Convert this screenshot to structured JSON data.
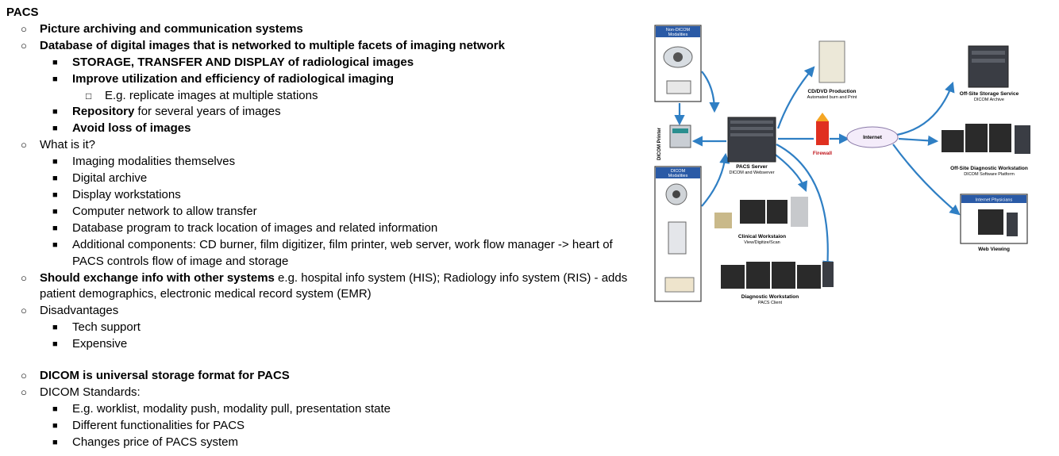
{
  "title": "PACS",
  "items": [
    {
      "level": 1,
      "bullet": "○",
      "parts": [
        {
          "t": "Picture archiving and communication systems",
          "b": true
        }
      ]
    },
    {
      "level": 1,
      "bullet": "○",
      "parts": [
        {
          "t": "Database of digital images that is networked to multiple facets of imaging network",
          "b": true
        }
      ]
    },
    {
      "level": 2,
      "bullet": "■",
      "parts": [
        {
          "t": "STORAGE, TRANSFER AND DISPLAY of radiological images",
          "b": true
        }
      ]
    },
    {
      "level": 2,
      "bullet": "■",
      "parts": [
        {
          "t": "Improve utilization and efficiency of radiological imaging",
          "b": true
        }
      ]
    },
    {
      "level": 3,
      "bullet": "□",
      "parts": [
        {
          "t": "E.g. replicate images at multiple stations",
          "b": false
        }
      ]
    },
    {
      "level": 2,
      "bullet": "■",
      "parts": [
        {
          "t": "Repository",
          "b": true
        },
        {
          "t": " for several years of images",
          "b": false
        }
      ]
    },
    {
      "level": 2,
      "bullet": "■",
      "parts": [
        {
          "t": "Avoid loss of images",
          "b": true
        }
      ]
    },
    {
      "level": 1,
      "bullet": "○",
      "parts": [
        {
          "t": "What is it?",
          "b": false
        }
      ]
    },
    {
      "level": 2,
      "bullet": "■",
      "parts": [
        {
          "t": "Imaging modalities themselves",
          "b": false
        }
      ]
    },
    {
      "level": 2,
      "bullet": "■",
      "parts": [
        {
          "t": "Digital archive",
          "b": false
        }
      ]
    },
    {
      "level": 2,
      "bullet": "■",
      "parts": [
        {
          "t": "Display workstations",
          "b": false
        }
      ]
    },
    {
      "level": 2,
      "bullet": "■",
      "parts": [
        {
          "t": "Computer network to allow transfer",
          "b": false
        }
      ]
    },
    {
      "level": 2,
      "bullet": "■",
      "parts": [
        {
          "t": "Database program to track location of images and related information",
          "b": false
        }
      ]
    },
    {
      "level": 2,
      "bullet": "■",
      "wrap": true,
      "parts": [
        {
          "t": "Additional components: CD burner, film digitizer, film printer, web server, work flow manager -> heart of PACS controls flow of image and storage",
          "b": false
        }
      ]
    },
    {
      "level": 1,
      "bullet": "○",
      "wrap": true,
      "parts": [
        {
          "t": "Should exchange info with other systems",
          "b": true
        },
        {
          "t": " e.g. hospital info system (HIS); Radiology info system (RIS) - adds patient demographics, electronic medical record system (EMR)",
          "b": false
        }
      ]
    },
    {
      "level": 1,
      "bullet": "○",
      "parts": [
        {
          "t": "Disadvantages",
          "b": false
        }
      ]
    },
    {
      "level": 2,
      "bullet": "■",
      "parts": [
        {
          "t": "Tech support",
          "b": false
        }
      ]
    },
    {
      "level": 2,
      "bullet": "■",
      "parts": [
        {
          "t": "Expensive",
          "b": false
        }
      ]
    },
    {
      "level": 0,
      "gap": true,
      "parts": []
    },
    {
      "level": 1,
      "bullet": "○",
      "parts": [
        {
          "t": "DICOM is universal storage format for PACS",
          "b": true
        }
      ]
    },
    {
      "level": 1,
      "bullet": "○",
      "parts": [
        {
          "t": "DICOM Standards:",
          "b": false
        }
      ]
    },
    {
      "level": 2,
      "bullet": "■",
      "parts": [
        {
          "t": "E.g. worklist, modality push, modality pull, presentation state",
          "b": false
        }
      ]
    },
    {
      "level": 2,
      "bullet": "■",
      "parts": [
        {
          "t": "Different functionalities for PACS",
          "b": false
        }
      ]
    },
    {
      "level": 2,
      "bullet": "■",
      "parts": [
        {
          "t": "Changes price of PACS system",
          "b": false
        }
      ]
    }
  ],
  "diagram": {
    "non_dicom_header": [
      "Non-DICOM",
      "Modalities"
    ],
    "dicom_header": [
      "DICOM",
      "Modalities"
    ],
    "dicom_printer": "DICOM Printer",
    "pacs_server": {
      "title": "PACS Server",
      "sub": "DICOM and Webserver"
    },
    "cd_dvd": {
      "title": "CD/DVD Production",
      "sub": "Automated burn and Print"
    },
    "firewall": "Firewall",
    "internet": "Internet",
    "offsite_storage": {
      "title": "Off-Site Storage Service",
      "sub": "DICOM Archive"
    },
    "offsite_diag": {
      "title": "Off-Site Diagnostic Workstation",
      "sub": "DICOM Software Platform"
    },
    "internet_phys": "Internet Physicians",
    "web_viewing": "Web Viewing",
    "clinical_ws": {
      "title": "Clinical Workstaion",
      "sub": "View/Digitize/Scan"
    },
    "diag_ws": {
      "title": "Diagnostic Workstation",
      "sub": "PACS Client"
    },
    "colors": {
      "arrow": "#2f7fc4",
      "header": "#2a5aa6",
      "firewall": "#e03020",
      "device": "#3a3d44"
    }
  }
}
